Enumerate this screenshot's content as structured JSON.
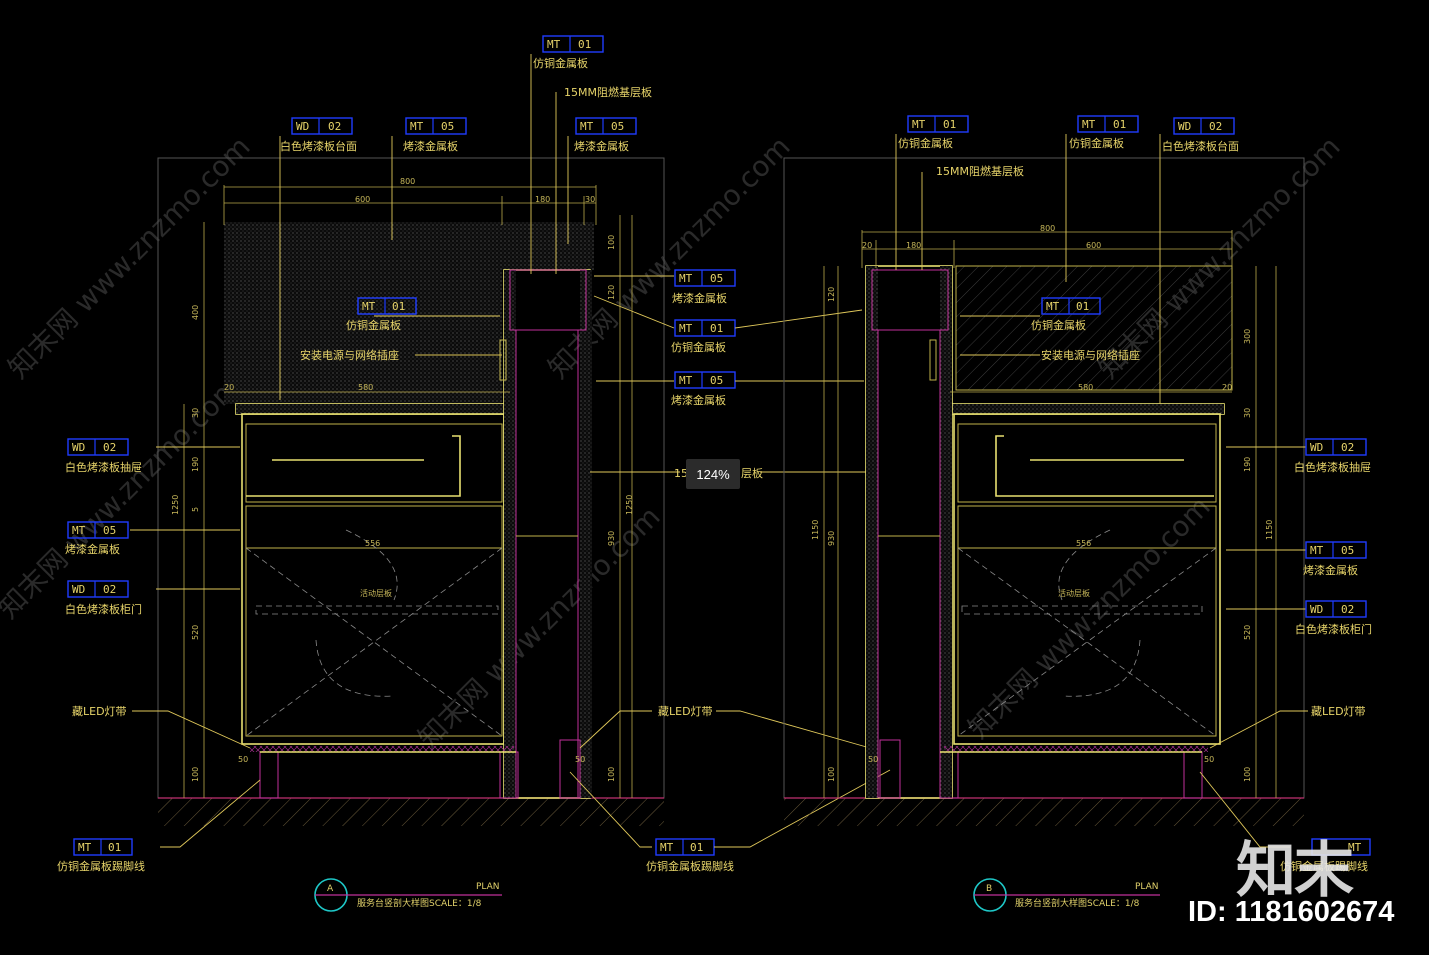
{
  "watermarks": [
    "知末网 www.znzmo.com"
  ],
  "zoom_badge": "124%",
  "logo_text": "知末",
  "image_id": "ID: 1181602674",
  "colors": {
    "background": "#000000",
    "annotation": "#e8d56a",
    "tag_border": "#1f3cff",
    "title_circle": "#1ec7c7",
    "title_line": "#c0309a"
  },
  "tags": {
    "a_top_mt01": {
      "code": "MT",
      "num": "01",
      "label": "仿铜金属板"
    },
    "a_15mm": {
      "label": "15MM阻燃基层板"
    },
    "a_wd02_top": {
      "code": "WD",
      "num": "02",
      "label": "白色烤漆板台面"
    },
    "a_mt05_top": {
      "code": "MT",
      "num": "05",
      "label": "烤漆金属板"
    },
    "a_mt05_top2": {
      "code": "MT",
      "num": "05",
      "label": "烤漆金属板"
    },
    "a_mt01_mid": {
      "code": "MT",
      "num": "01",
      "label": "仿铜金属板"
    },
    "a_socket": {
      "label": "安装电源与网络插座"
    },
    "a_wd02_drawer": {
      "code": "WD",
      "num": "02",
      "label": "白色烤漆板抽屉"
    },
    "a_mt05_left": {
      "code": "MT",
      "num": "05",
      "label": "烤漆金属板"
    },
    "a_wd02_door": {
      "code": "WD",
      "num": "02",
      "label": "白色烤漆板柜门"
    },
    "a_led": {
      "label": "藏LED灯带"
    },
    "a_mt01_foot": {
      "code": "MT",
      "num": "01",
      "label": "仿铜金属板踢脚线"
    },
    "c_mt05_a": {
      "code": "MT",
      "num": "05",
      "label": "烤漆金属板"
    },
    "c_mt01": {
      "code": "MT",
      "num": "01",
      "label": "仿铜金属板"
    },
    "c_mt05_b": {
      "code": "MT",
      "num": "05",
      "label": "烤漆金属板"
    },
    "c_15mm_partial": {
      "label": "15",
      "label_tail": "层板"
    },
    "c_led": {
      "label": "藏LED灯带"
    },
    "c_mt01_foot": {
      "code": "MT",
      "num": "01",
      "label": "仿铜金属板踢脚线"
    },
    "b_mt01_top": {
      "code": "MT",
      "num": "01",
      "label": "仿铜金属板"
    },
    "b_mt01_top2": {
      "code": "MT",
      "num": "01",
      "label": "仿铜金属板"
    },
    "b_wd02_top": {
      "code": "WD",
      "num": "02",
      "label": "白色烤漆板台面"
    },
    "b_15mm": {
      "label": "15MM阻燃基层板"
    },
    "b_mt01_mid": {
      "code": "MT",
      "num": "01",
      "label": "仿铜金属板"
    },
    "b_socket": {
      "label": "安装电源与网络插座"
    },
    "b_wd02_drawer": {
      "code": "WD",
      "num": "02",
      "label": "白色烤漆板抽屉"
    },
    "b_mt05_right": {
      "code": "MT",
      "num": "05",
      "label": "烤漆金属板"
    },
    "b_wd02_door": {
      "code": "WD",
      "num": "02",
      "label": "白色烤漆板柜门"
    },
    "b_led": {
      "label": "藏LED灯带"
    },
    "b_mt01_foot": {
      "code": "MT",
      "label": "仿铜金属板踢脚线"
    }
  },
  "dims": {
    "a_800": "800",
    "a_600": "600",
    "a_180": "180",
    "a_30": "30",
    "a_100": "100",
    "a_120": "120",
    "a_400": "400",
    "a_20": "20",
    "a_580": "580",
    "a_30b": "30",
    "a_190": "190",
    "a_5": "5",
    "a_1250": "1250",
    "a_520": "520",
    "a_100b": "100",
    "a_930": "930",
    "a_1250r": "1250",
    "a_100r": "100",
    "a_50": "50",
    "a_50r": "50",
    "a_556": "556",
    "b_800": "800",
    "b_20": "20",
    "b_180": "180",
    "b_600": "600",
    "b_120": "120",
    "b_300": "300",
    "b_580": "580",
    "b_20r": "20",
    "b_30": "30",
    "b_190": "190",
    "b_1150": "1150",
    "b_1150l": "1150",
    "b_930": "930",
    "b_520": "520",
    "b_100": "100",
    "b_100l": "100",
    "b_50": "50",
    "b_50r": "50",
    "b_556": "556"
  },
  "shelf_label": "活动层板",
  "titles": {
    "a": {
      "mark": "A",
      "plan": "PLAN",
      "caption": "服务台竖剖大样图SCALE：1/8"
    },
    "b": {
      "mark": "B",
      "plan": "PLAN",
      "caption": "服务台竖剖大样图SCALE：1/8"
    }
  }
}
